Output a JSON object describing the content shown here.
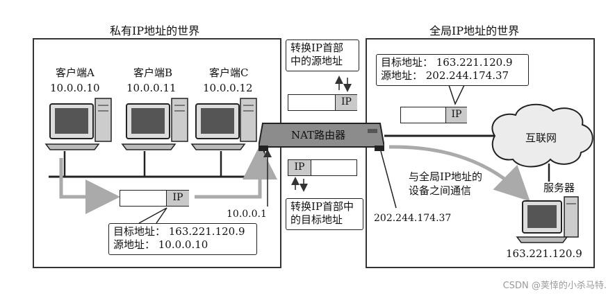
{
  "private_world": {
    "title": "私有IP地址的世界"
  },
  "global_world": {
    "title": "全局IP地址的世界"
  },
  "clients": [
    {
      "name": "客户端A",
      "ip": "10.0.0.10"
    },
    {
      "name": "客户端B",
      "ip": "10.0.0.11"
    },
    {
      "name": "客户端C",
      "ip": "10.0.0.12"
    }
  ],
  "router": {
    "label": "NAT路由器",
    "private_ip": "10.0.0.1",
    "global_ip": "202.244.174.37"
  },
  "note_top": {
    "line1": "转换IP首部",
    "line2": "中的源地址"
  },
  "note_bottom": {
    "line1": "转换IP首部中",
    "line2": "的目标地址"
  },
  "packet_label": "IP",
  "left_packet_info": {
    "dst": "目标地址：  163.221.120.9",
    "src": "源地址：  10.0.0.10"
  },
  "right_packet_info": {
    "dst": "目标地址：  163.221.120.9",
    "src": "源地址：  202.244.174.37"
  },
  "internet": {
    "label": "互联网"
  },
  "server": {
    "label": "服务器",
    "ip": "163.221.120.9"
  },
  "comm_note": {
    "line1": "与全局IP地址的",
    "line2": "设备之间通信"
  },
  "watermark": "CSDN @荚悻的小杀马特."
}
